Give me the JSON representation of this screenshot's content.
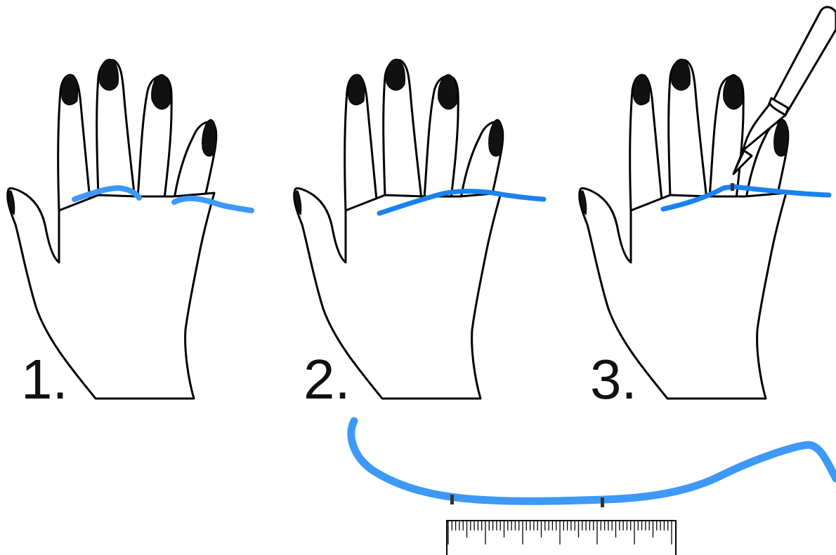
{
  "steps": [
    {
      "label": "1."
    },
    {
      "label": "2."
    },
    {
      "label": "3."
    }
  ],
  "colors": {
    "thread_step1": "#3d99f5",
    "thread_steps23": "#1a82ee",
    "measured_thread": "#3d99f5",
    "ink": "#000000",
    "mark": "#333333"
  },
  "icons": {
    "hand": "hand-icon",
    "pen": "pen-icon",
    "ruler": "ruler-icon",
    "thread": "thread-icon"
  }
}
